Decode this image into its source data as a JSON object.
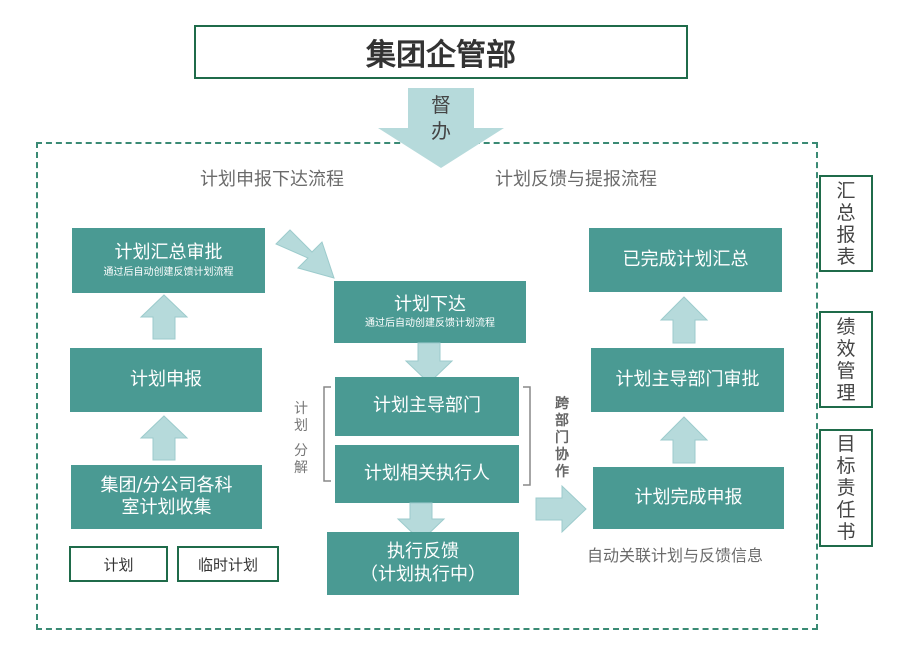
{
  "header": {
    "title": "集团企管部"
  },
  "supervise_arrow_label": "督办",
  "sections": {
    "left_title": "计划申报下达流程",
    "right_title": "计划反馈与提报流程"
  },
  "left_flow": {
    "approve": {
      "title": "计划汇总审批",
      "sub": "通过后自动创建反馈计划流程"
    },
    "declare": "计划申报",
    "collect_line1": "集团/分公司各科",
    "collect_line2": "室计划收集"
  },
  "legend": {
    "plan": "计划",
    "temp_plan": "临时计划"
  },
  "middle_flow": {
    "issue": {
      "title": "计划下达",
      "sub": "通过后自动创建反馈计划流程"
    },
    "lead_dept": "计划主导部门",
    "executor": "计划相关执行人",
    "feedback_line1": "执行反馈",
    "feedback_line2": "（计划执行中）",
    "decompose_chars": [
      "计",
      "划",
      "分",
      "解"
    ],
    "cross_dept_chars": [
      "跨",
      "部",
      "门",
      "协",
      "作"
    ]
  },
  "right_flow": {
    "summary": "已完成计划汇总",
    "lead_approve": "计划主导部门审批",
    "complete_declare": "计划完成申报",
    "note": "自动关联计划与反馈信息"
  },
  "side_tabs": [
    {
      "chars": [
        "汇",
        "总",
        "报",
        "表"
      ]
    },
    {
      "chars": [
        "绩",
        "效",
        "管",
        "理"
      ]
    },
    {
      "chars": [
        "目",
        "标",
        "责",
        "任",
        "书"
      ]
    }
  ],
  "colors": {
    "box_fill": "#4a9a93",
    "arrow_fill": "#b6dadb",
    "border_green": "#1f6b4a",
    "dash": "#3a8a74"
  }
}
